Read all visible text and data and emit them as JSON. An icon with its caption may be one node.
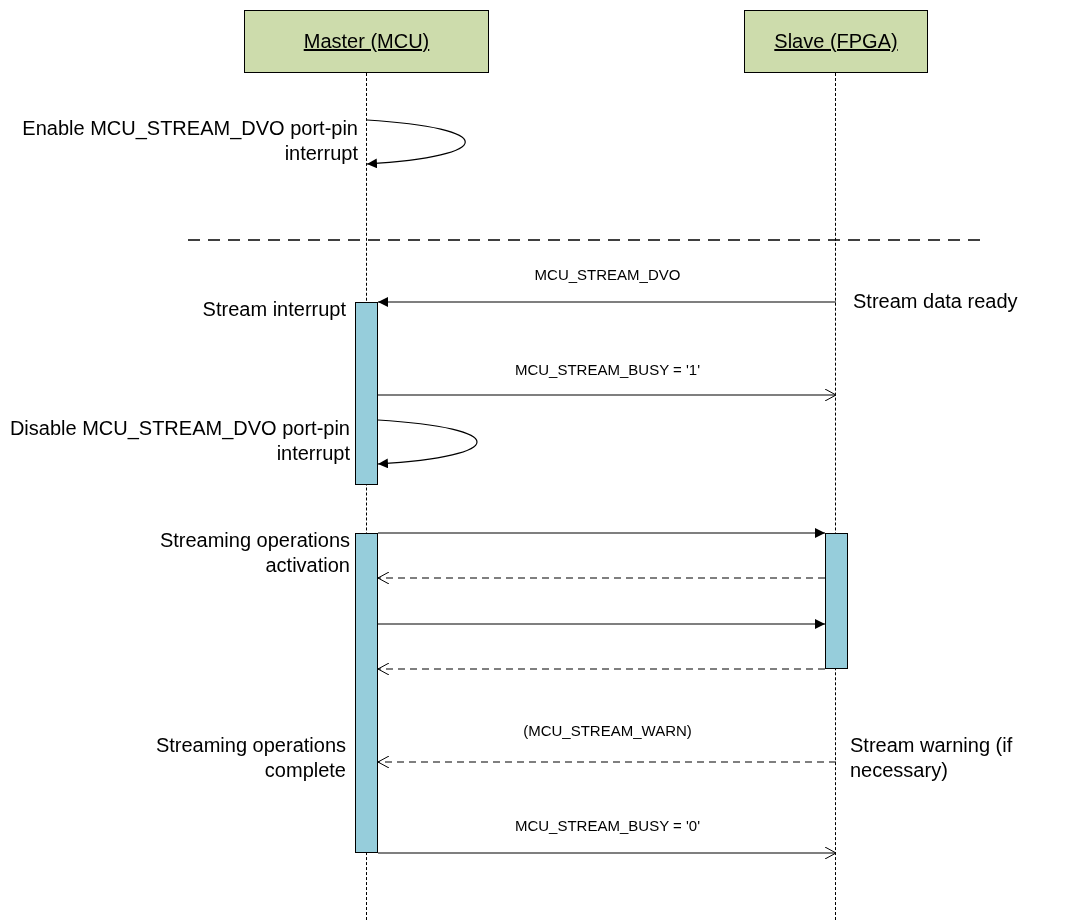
{
  "diagram": {
    "nodes": [
      {
        "text": [
          "Master (MCU)"
        ]
      },
      {
        "text": [
          "Slave (FPGA)"
        ]
      },
      {
        "text": [],
        "shape": "line"
      },
      {
        "text": [],
        "shape": "line"
      },
      {
        "text": [],
        "shape": "bar"
      },
      {
        "text": [],
        "shape": "bar"
      },
      {
        "text": [],
        "shape": "bar"
      }
    ],
    "edges": [
      {
        "from": 2,
        "to": 2,
        "arrow": "to",
        "label": "Enable MCU_STREAM_DVO port-pin interrupt"
      },
      {
        "from": 3,
        "to": 4,
        "arrow": "to",
        "label": "MCU_STREAM_DVO"
      },
      {
        "from": 4,
        "to": 3,
        "arrow": "to",
        "label": "MCU_STREAM_BUSY = '1'"
      },
      {
        "from": 4,
        "to": 4,
        "arrow": "to",
        "label": "Disable MCU_STREAM_DVO port-pin interrupt"
      },
      {
        "from": 5,
        "to": 6,
        "arrow": "to"
      },
      {
        "from": 6,
        "to": 5,
        "arrow": "to",
        "style": "dashed"
      },
      {
        "from": 5,
        "to": 6,
        "arrow": "to"
      },
      {
        "from": 6,
        "to": 5,
        "arrow": "to",
        "style": "dashed"
      },
      {
        "from": 3,
        "to": 5,
        "arrow": "to",
        "style": "dashed",
        "label": "(MCU_STREAM_WARN)"
      },
      {
        "from": 5,
        "to": 3,
        "arrow": "to",
        "label": "MCU_STREAM_BUSY = '0'"
      }
    ],
    "labels": [
      "Stream interrupt",
      "Stream data ready",
      "Streaming operations activation",
      "Streaming operations complete",
      "Stream warning (if necessary)"
    ]
  }
}
